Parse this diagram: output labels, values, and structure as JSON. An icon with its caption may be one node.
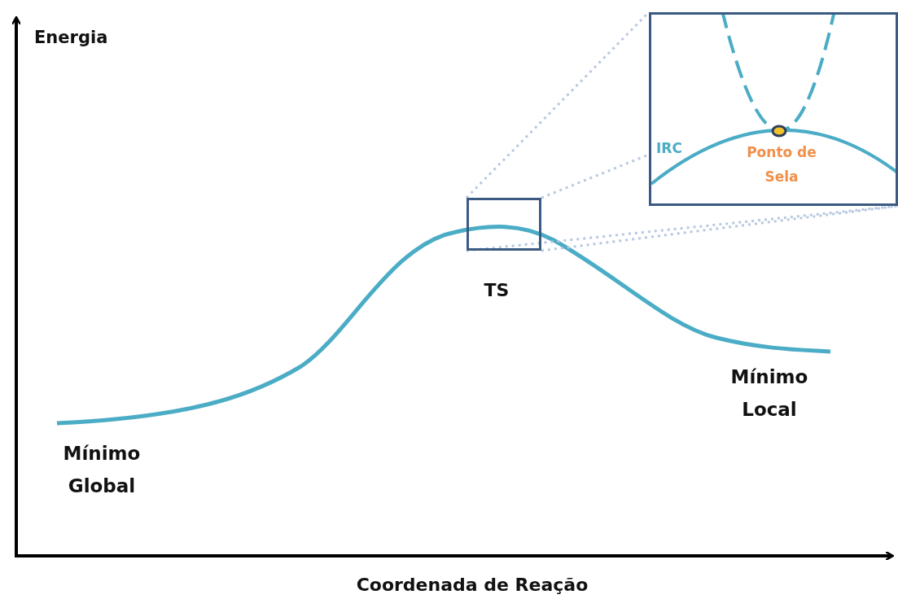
{
  "diagram": {
    "nodes": [
      {
        "text": [],
        "shape": "box"
      },
      {
        "text": [],
        "shape": "box"
      }
    ],
    "edges": [
      {
        "from": 0,
        "to": 1,
        "arrow": "none",
        "style": "dashed"
      },
      {
        "from": 0,
        "to": 1,
        "arrow": "none",
        "style": "dashed"
      },
      {
        "from": 0,
        "to": 1,
        "arrow": "none",
        "style": "dashed"
      },
      {
        "from": 0,
        "to": 1,
        "arrow": "none",
        "style": "dashed"
      }
    ],
    "labels": [
      "Energia",
      "IRC",
      "Ponto de Sela",
      "TS",
      "Mínimo Local",
      "Mínimo Global",
      "Coordenada de Reação"
    ]
  }
}
